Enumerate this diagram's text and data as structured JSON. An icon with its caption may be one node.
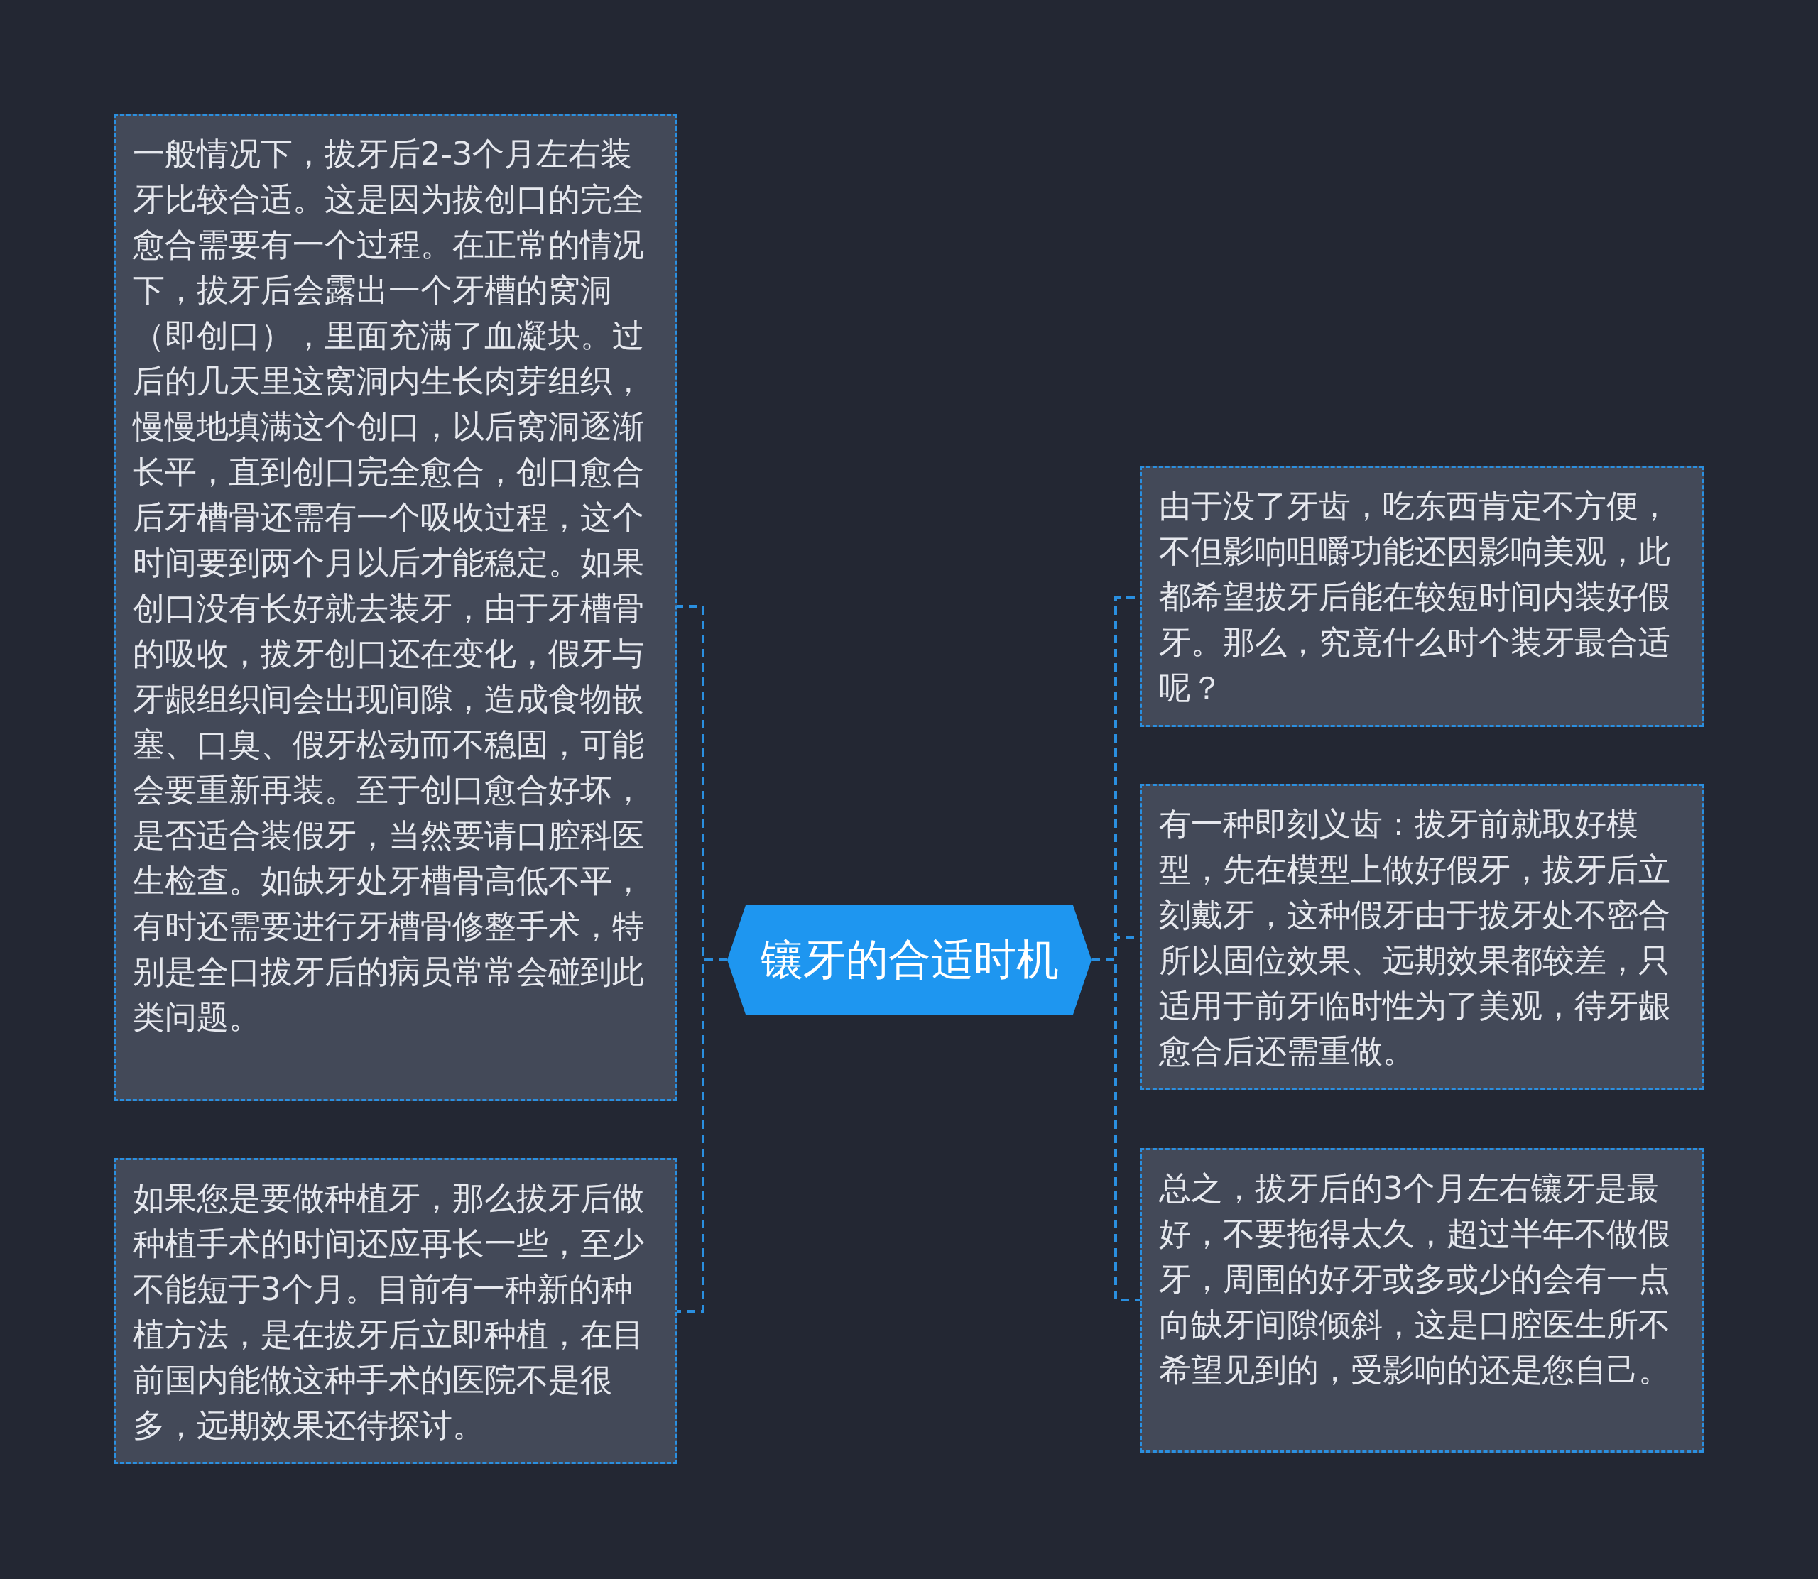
{
  "diagram": {
    "nodes": [
      {
        "text": [
          "镶牙的合适时机"
        ]
      },
      {
        "text": [
          "一般情况下，拔牙后2-3个月左右装牙比较合适。这是因为拔创口的完全愈合需要有一个过程。在正常的情况下，拔牙后会露出一个牙槽的窝洞（即创口），里面充满了血凝块。过后的几天里这窝洞内生长肉芽组织，慢慢地填满这个创口，以后窝洞逐渐长平，直到创口完全愈合，创口愈合后牙槽骨还需有一个吸收过程，这个时间要到两个月以后才能稳定。如果创口没有长好就去装牙，由于牙槽骨的吸收，拔牙创口还在变化，假牙与牙龈组织间会出现间隙，造成食物嵌塞、口臭、假牙松动而不稳固，可能会要重新再装。至于创口愈合好坏，是否适合装假牙，当然要请口腔科医生检查。如缺牙处牙槽骨高低不平，有时还需要进行牙槽骨修整手术，特别是全口拔牙后的病员常常会碰到此类问题。"
        ]
      },
      {
        "text": [
          "如果您是要做种植牙，那么拔牙后做种植手术的时间还应再长一些，至少不能短于3个月。目前有一种新的种植方法，是在拔牙后立即种植，在目前国内能做这种手术的医院不是很多，远期效果还待探讨。"
        ]
      },
      {
        "text": [
          "由于没了牙齿，吃东西肯定不方便，不但影响咀嚼功能还因影响美观，此都希望拔牙后能在较短时间内装好假牙。那么，究竟什么时个装牙最合适呢？"
        ]
      },
      {
        "text": [
          "有一种即刻义齿：拔牙前就取好模型，先在模型上做好假牙，拔牙后立刻戴牙，这种假牙由于拔牙处不密合所以固位效果、远期效果都较差，只适用于前牙临时性为了美观，待牙龈愈合后还需重做。"
        ]
      },
      {
        "text": [
          "总之，拔牙后的3个月左右镶牙是最好，不要拖得太久，超过半年不做假牙，周围的好牙或多或少的会有一点向缺牙间隙倾斜，这是口腔医生所不希望见到的，受影响的还是您自己。"
        ]
      }
    ],
    "edges": [
      {
        "from": 0,
        "to": 1,
        "arrow": "none",
        "style": "dashed"
      },
      {
        "from": 0,
        "to": 2,
        "arrow": "none",
        "style": "dashed"
      },
      {
        "from": 0,
        "to": 3,
        "arrow": "none",
        "style": "dashed"
      },
      {
        "from": 0,
        "to": 4,
        "arrow": "none",
        "style": "dashed"
      },
      {
        "from": 0,
        "to": 5,
        "arrow": "none",
        "style": "dashed"
      }
    ]
  }
}
